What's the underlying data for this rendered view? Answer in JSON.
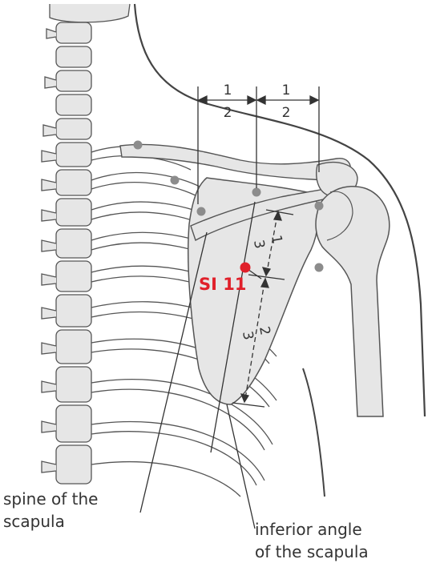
{
  "colors": {
    "bone_fill": "#e6e6e6",
    "outline": "#555555",
    "dot": "#8c8c8c",
    "point": "#e0202a",
    "text": "#333333"
  },
  "measure": {
    "top_left_fraction": {
      "num": "1",
      "den": "2"
    },
    "top_right_fraction": {
      "num": "1",
      "den": "2"
    },
    "upper_segment_fraction": {
      "num": "1",
      "den": "3"
    },
    "lower_segment_fraction": {
      "num": "2",
      "den": "3"
    }
  },
  "point": {
    "label": "SI 11"
  },
  "labels": {
    "spine_line1": "spine of the",
    "spine_line2": "scapula",
    "angle_line1": "inferior angle",
    "angle_line2": "of the scapula"
  }
}
